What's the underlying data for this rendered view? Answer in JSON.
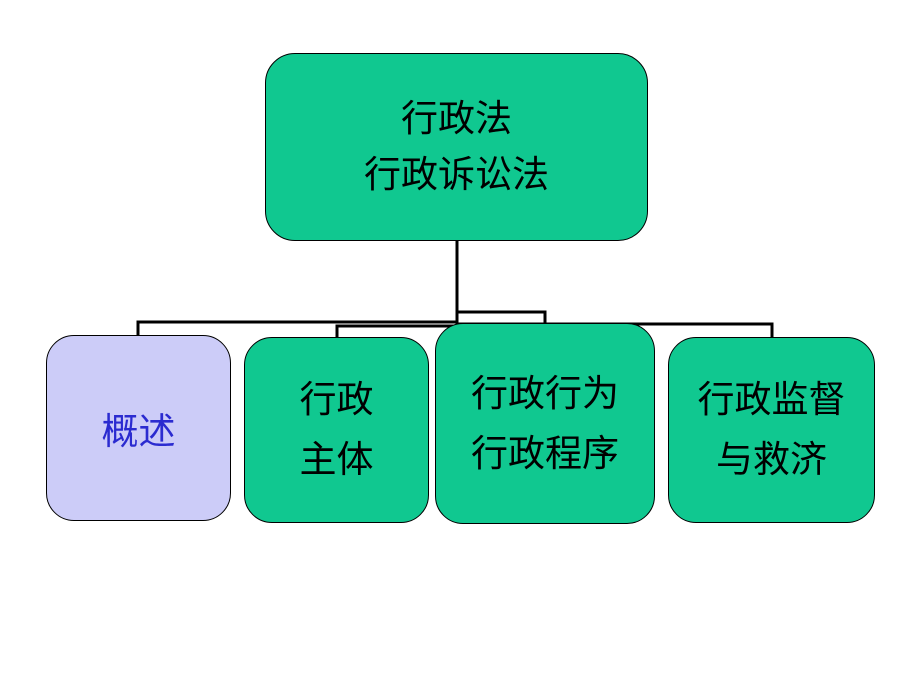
{
  "root": {
    "lines": [
      "行政法",
      "行政诉讼法"
    ]
  },
  "children": [
    {
      "lines": [
        "概述"
      ]
    },
    {
      "lines": [
        "行政",
        "主体"
      ]
    },
    {
      "lines": [
        "行政行为",
        "行政程序"
      ]
    },
    {
      "lines": [
        "行政监督",
        "与救济"
      ]
    }
  ],
  "colors": {
    "green_fill": "#10c890",
    "lavender_fill": "#ccccf8",
    "lavender_text": "#2b2bd0",
    "line_color": "#000000"
  }
}
